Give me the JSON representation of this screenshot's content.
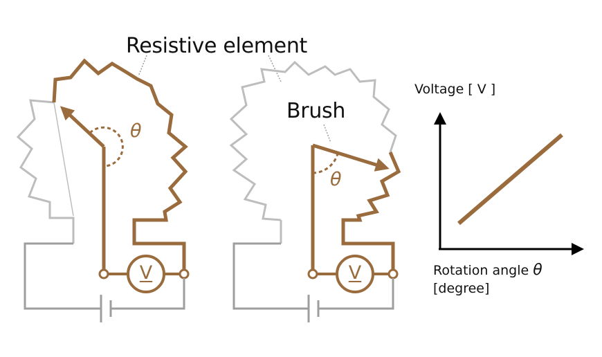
{
  "labels": {
    "resistive_element": "Resistive element",
    "brush": "Brush",
    "theta": "θ",
    "voltmeter": "V",
    "voltage_axis": "Voltage [ V ]",
    "rotation_axis_line1": "Rotation angle ",
    "rotation_axis_theta": "θ",
    "rotation_axis_line2": "[degree]"
  },
  "colors": {
    "active": "#9a6b3c",
    "inactive": "#bdbdbd",
    "wire": "#9e9e9e",
    "axis": "#000000",
    "text": "#111111"
  }
}
